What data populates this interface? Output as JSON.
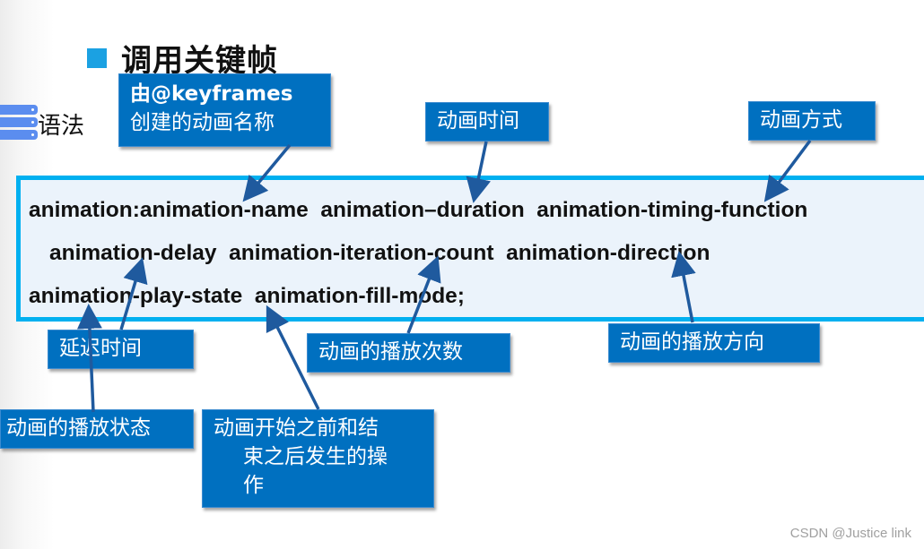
{
  "slide": {
    "title": "调用关键帧",
    "section_label": "语法",
    "code_lines": [
      "animation:animation-name  animation–duration  animation-timing-function",
      "animation-delay  animation-iteration-count  animation-direction",
      "animation-play-state  animation-fill-mode;"
    ],
    "callouts": {
      "name_line1": "由@keyframes",
      "name_line2": "创建的动画名称",
      "duration": "动画时间",
      "timing": "动画方式",
      "delay": "延迟时间",
      "iteration": "动画的播放次数",
      "direction": "动画的播放方向",
      "play_state": "动画的播放状态",
      "fill_line1": "动画开始之前和结",
      "fill_line2": "束之后发生的操",
      "fill_line3": "作"
    }
  },
  "colors": {
    "bullet": "#1ba1e2",
    "callout_bg": "#0070c0",
    "code_border": "#00b0f0",
    "code_bg": "#ebf3fb",
    "arrow": "#1f5a9e"
  },
  "watermark": "CSDN @Justice link"
}
